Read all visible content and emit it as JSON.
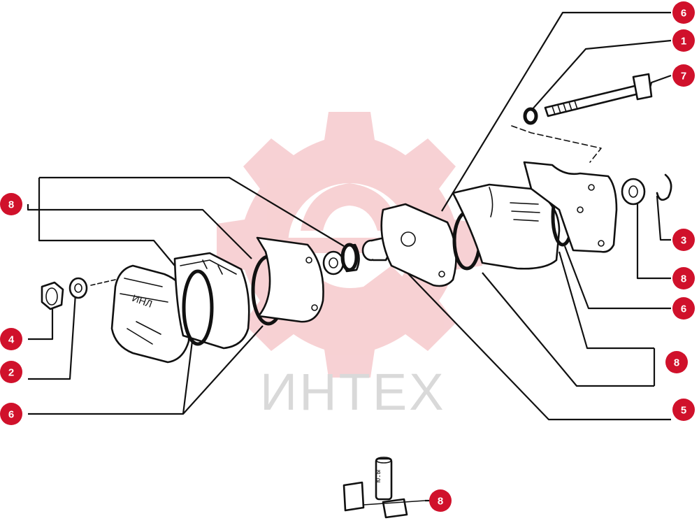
{
  "watermark": {
    "text": "ИНТЕХ",
    "gear_color": "#f6c9cc",
    "text_color": "#d9d9d9"
  },
  "callout_color": "#d0112b",
  "callouts": [
    {
      "id": "c-6-top",
      "label": "6"
    },
    {
      "id": "c-1",
      "label": "1"
    },
    {
      "id": "c-7",
      "label": "7"
    },
    {
      "id": "c-3",
      "label": "3"
    },
    {
      "id": "c-8-right",
      "label": "8"
    },
    {
      "id": "c-6-right",
      "label": "6"
    },
    {
      "id": "c-8-mid",
      "label": "8"
    },
    {
      "id": "c-5",
      "label": "5"
    },
    {
      "id": "c-8-left",
      "label": "8"
    },
    {
      "id": "c-4",
      "label": "4"
    },
    {
      "id": "c-2",
      "label": "2"
    },
    {
      "id": "c-6-left",
      "label": "6"
    },
    {
      "id": "c-8-bottom",
      "label": "8"
    }
  ]
}
